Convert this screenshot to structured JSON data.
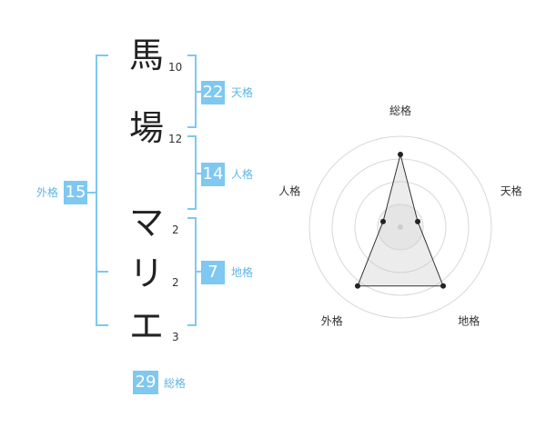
{
  "name": {
    "chars": [
      {
        "char": "馬",
        "strokes": "10"
      },
      {
        "char": "場",
        "strokes": "12"
      },
      {
        "char": "マ",
        "strokes": "2"
      },
      {
        "char": "リ",
        "strokes": "2"
      },
      {
        "char": "エ",
        "strokes": "3"
      }
    ]
  },
  "fortune": {
    "tenkaku": {
      "value": "22",
      "label": "天格"
    },
    "jinkaku": {
      "value": "14",
      "label": "人格"
    },
    "chikaku": {
      "value": "7",
      "label": "地格"
    },
    "gaikaku": {
      "value": "15",
      "label": "外格"
    },
    "soukaku": {
      "value": "29",
      "label": "総格"
    }
  },
  "colors": {
    "accent": "#7ec8f2",
    "label": "#5eb5e6",
    "radar_line": "#333333"
  },
  "chart_data": {
    "type": "radar",
    "axes": [
      "総格",
      "天格",
      "地格",
      "外格",
      "人格"
    ],
    "values": [
      4,
      1,
      4,
      4,
      1
    ],
    "max": 5,
    "rings": 4
  }
}
